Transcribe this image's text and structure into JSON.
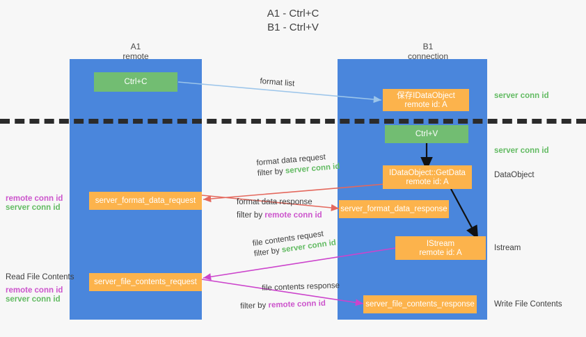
{
  "title": {
    "line1": "A1 - Ctrl+C",
    "line2": "B1 - Ctrl+V"
  },
  "columns": [
    {
      "name": "A1",
      "role": "remote"
    },
    {
      "name": "B1",
      "role": "connection"
    }
  ],
  "boxes": {
    "ctrl_c": {
      "label": "Ctrl+C",
      "color": "#72bd72"
    },
    "ctrl_v": {
      "label": "Ctrl+V",
      "color": "#72bd72"
    },
    "save_idataobject": {
      "label": "保存IDataObject",
      "sub": "remote id: A",
      "color": "#fcb34c"
    },
    "getdata": {
      "label": "IDataObject::GetData",
      "sub": "remote id: A",
      "color": "#fcb34c"
    },
    "istream": {
      "label": "IStream",
      "sub": "remote id: A",
      "color": "#fcb34c"
    },
    "format_data_request": {
      "label": "server_format_data_request",
      "color": "#fcb34c"
    },
    "format_data_response": {
      "label": "server_format_data_response",
      "color": "#fcb34c"
    },
    "file_contents_request": {
      "label": "server_file_contents_request",
      "color": "#fcb34c"
    },
    "file_contents_response": {
      "label": "server_file_contents_response",
      "color": "#fcb34c"
    }
  },
  "right_annotations": [
    {
      "text": "server conn id",
      "style": "green"
    },
    {
      "text": "server conn id",
      "style": "green"
    },
    {
      "text": "DataObject",
      "style": "plain"
    },
    {
      "text": "Istream",
      "style": "plain"
    },
    {
      "text": "Write File Contents",
      "style": "plain"
    }
  ],
  "left_annotations": [
    {
      "text": "remote conn id",
      "style": "magenta"
    },
    {
      "text": "server conn id",
      "style": "green"
    },
    {
      "text": "Read File Contents",
      "style": "plain"
    },
    {
      "text": "remote conn id",
      "style": "magenta"
    },
    {
      "text": "server conn id",
      "style": "green"
    }
  ],
  "edges": {
    "format_list": {
      "label": "format list"
    },
    "format_data_request": {
      "label": "format data request",
      "filter_prefix": "filter by ",
      "filter_key": "server conn id"
    },
    "format_data_response": {
      "label": "format data response",
      "filter_prefix": "filter by ",
      "filter_key": "remote conn id"
    },
    "file_contents_request": {
      "label": "file contents request",
      "filter_prefix": "filter by ",
      "filter_key": "server conn id"
    },
    "file_contents_response": {
      "label": "file contents response",
      "filter_prefix": "filter by ",
      "filter_key": "remote conn id"
    }
  },
  "colors": {
    "lane": "#4a86dc",
    "green": "#72bd72",
    "orange": "#fcb34c",
    "arrow_light_blue": "#9cc5ea",
    "arrow_red": "#e4685d",
    "arrow_magenta": "#cc44cc",
    "arrow_black": "#111111",
    "dash": "#2b2b2b",
    "background": "#f7f7f7"
  }
}
